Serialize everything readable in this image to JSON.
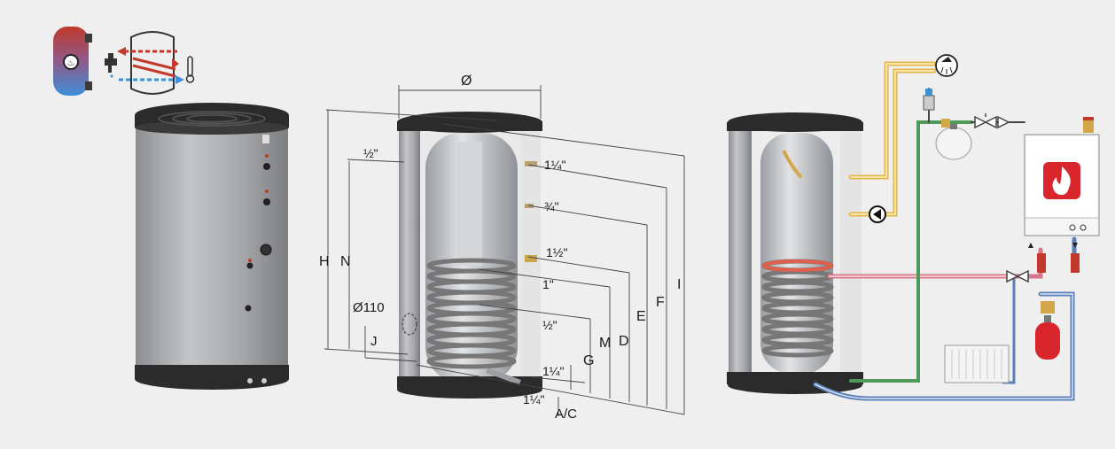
{
  "diameter_label": "Ø",
  "left_fittings": {
    "top": "½\"",
    "inlet": "Ø110"
  },
  "right_fittings": {
    "f1": "1¼\"",
    "f2": "¾\"",
    "f3": "1½\"",
    "f4": "1\"",
    "f5": "½\"",
    "f6": "1¼\"",
    "bottom": "1¼\""
  },
  "dimensions_left": {
    "H": "H",
    "N": "N",
    "J": "J"
  },
  "dimensions_right": {
    "G": "G",
    "M": "M",
    "D": "D",
    "E": "E",
    "F": "F",
    "I": "I",
    "AC": "A/C"
  },
  "colors": {
    "background": "#efefef",
    "tank_body": "#a5a7aa",
    "tank_cap": "#2b2b2b",
    "hot_pipe": "#e6b54a",
    "return_pipe": "#d7768a",
    "cold_pipe": "#5a7fb8",
    "green_pipe": "#4f9a5a",
    "red_vessel": "#d9262c",
    "icon_red": "#c0392b",
    "icon_blue": "#3d8fd8"
  },
  "icons": [
    "tank-heating-icon",
    "faucet-icon",
    "thermometer-icon",
    "shower-icon",
    "flame-icon",
    "circulation-pump-icon"
  ]
}
